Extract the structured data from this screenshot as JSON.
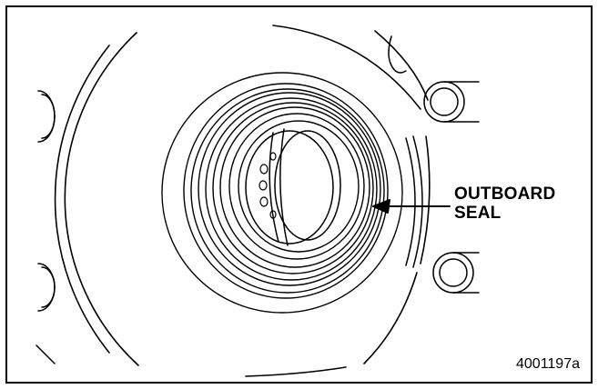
{
  "callout": {
    "line1": "OUTBOARD",
    "line2": "SEAL"
  },
  "figure_id": "4001197a",
  "colors": {
    "ink": "#000000",
    "paper": "#ffffff"
  }
}
